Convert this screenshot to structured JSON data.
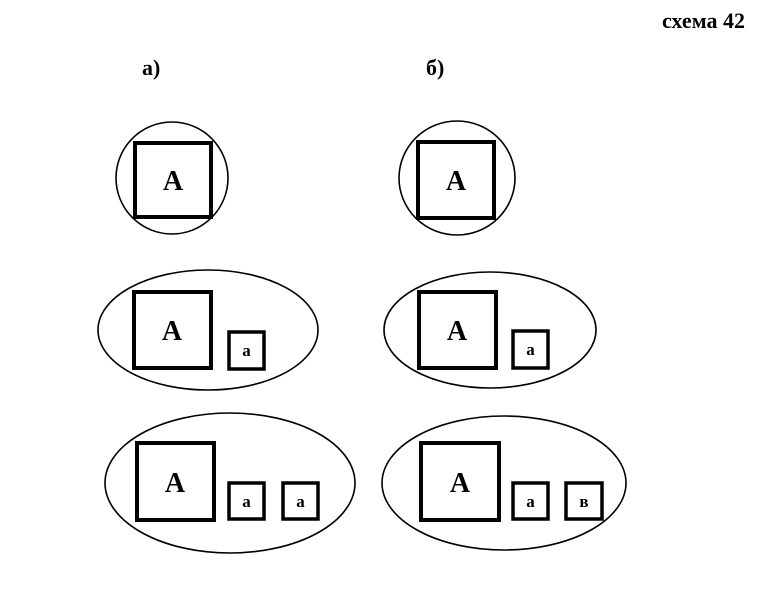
{
  "title": "схема 42",
  "columns": [
    {
      "label": "а)",
      "groups": [
        {
          "big_box": "А",
          "small_boxes": []
        },
        {
          "big_box": "А",
          "small_boxes": [
            "а"
          ]
        },
        {
          "big_box": "А",
          "small_boxes": [
            "а",
            "а"
          ]
        }
      ]
    },
    {
      "label": "б)",
      "groups": [
        {
          "big_box": "А",
          "small_boxes": []
        },
        {
          "big_box": "А",
          "small_boxes": [
            "а"
          ]
        },
        {
          "big_box": "А",
          "small_boxes": [
            "а",
            "в"
          ]
        }
      ]
    }
  ],
  "colors": {
    "stroke": "#000000",
    "background": "#ffffff"
  }
}
